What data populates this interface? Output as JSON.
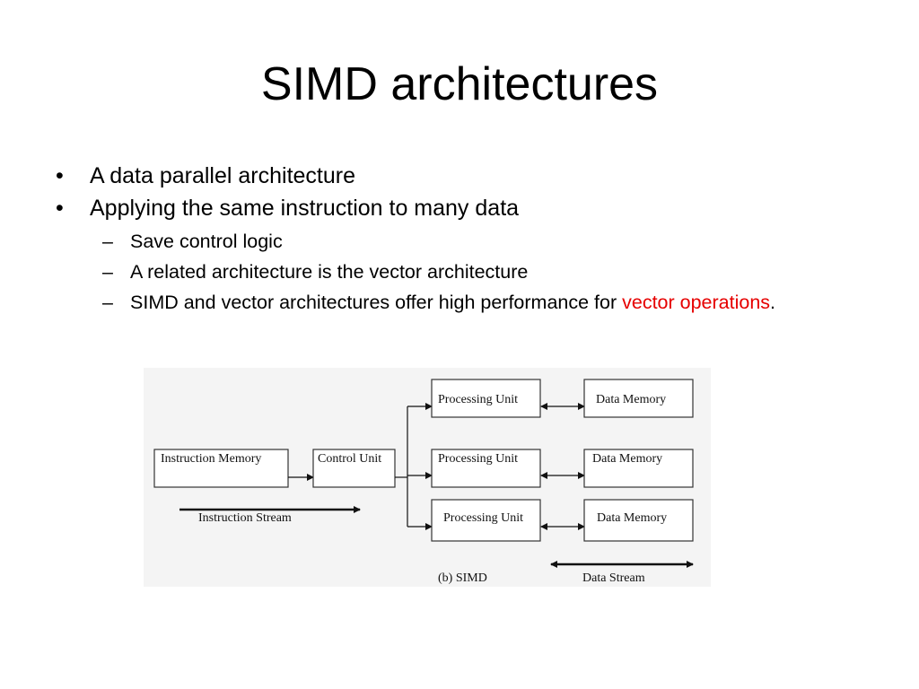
{
  "slide": {
    "title": "SIMD architectures",
    "bullets": [
      {
        "marker": "•",
        "text": "A data parallel architecture"
      },
      {
        "marker": "•",
        "text": "Applying the same instruction to many data"
      }
    ],
    "sub_bullets": [
      {
        "marker": "–",
        "text": "Save control logic"
      },
      {
        "marker": "–",
        "text": "A related architecture is the vector architecture"
      },
      {
        "marker": "–",
        "text_before": "SIMD and vector architectures offer high performance for ",
        "text_highlight": "vector operations",
        "text_after": "."
      }
    ],
    "highlight_color": "#e60000"
  },
  "diagram": {
    "instruction_memory": "Instruction Memory",
    "control_unit": "Control Unit",
    "processing_units": [
      "Processing Unit",
      "Processing Unit",
      "Processing Unit"
    ],
    "data_memories": [
      "Data Memory",
      "Data Memory",
      "Data Memory"
    ],
    "instruction_stream": "Instruction Stream",
    "caption": "(b) SIMD",
    "data_stream": "Data Stream"
  }
}
